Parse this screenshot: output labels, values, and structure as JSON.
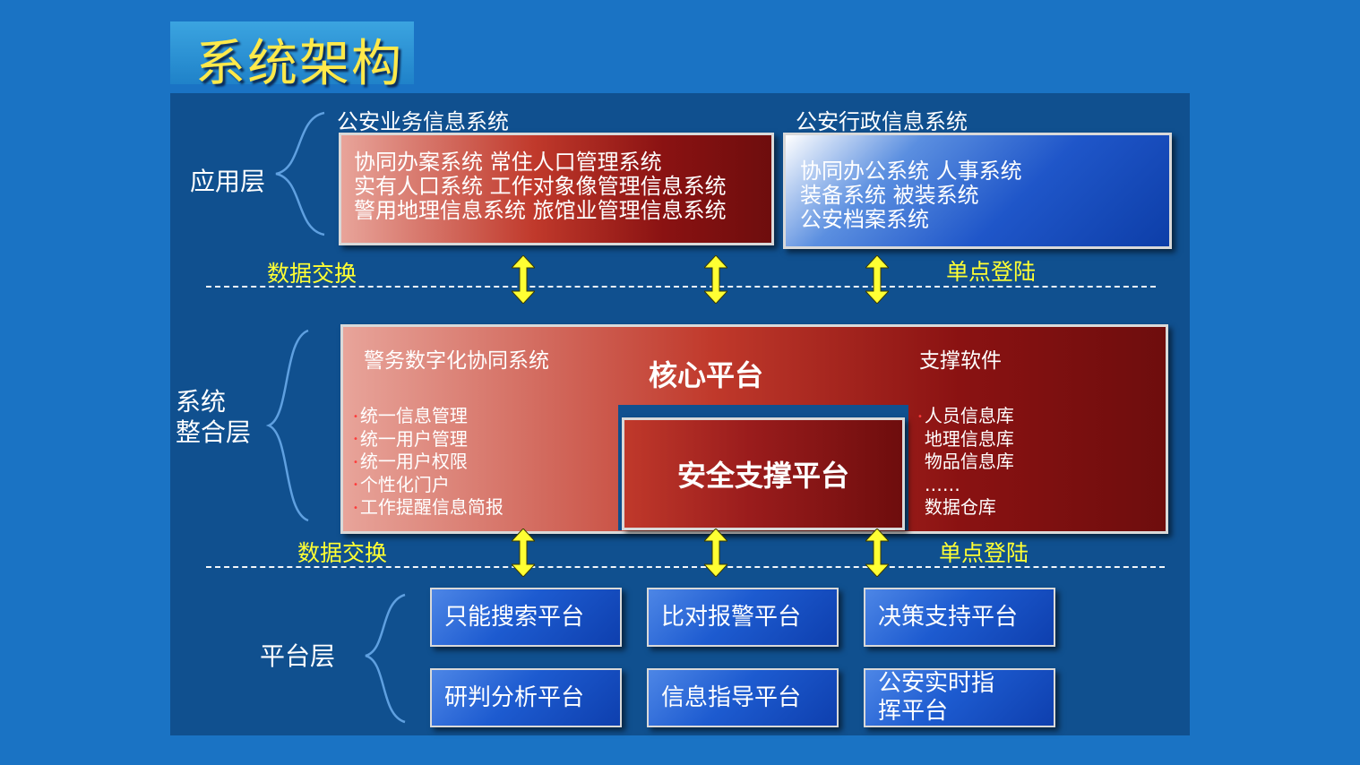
{
  "title": "系统架构",
  "layers": {
    "application": "应用层",
    "integration_line1": "系统",
    "integration_line2": "整合层",
    "platform": "平台层"
  },
  "app": {
    "left_header": "公安业务信息系统",
    "left_lines": [
      "协同办案系统  常住人口管理系统",
      "实有人口系统  工作对象像管理信息系统",
      "警用地理信息系统  旅馆业管理信息系统"
    ],
    "right_header": "公安行政信息系统",
    "right_lines": [
      "协同办公系统    人事系统",
      "装备系统 被装系统",
      "公安档案系统"
    ]
  },
  "exchange": {
    "data_exchange": "数据交换",
    "single_sign_on": "单点登陆"
  },
  "core": {
    "left_title": "警务数字化协同系统",
    "center_title": "核心平台",
    "right_title": "支撑软件",
    "left_items": [
      "统一信息管理",
      "统一用户管理",
      "统一用户权限",
      "个性化门户",
      "工作提醒信息简报"
    ],
    "security": "安全支撑平台",
    "right_items": [
      "人员信息库",
      "地理信息库",
      "物品信息库",
      "……",
      "数据仓库"
    ]
  },
  "platforms": [
    "只能搜索平台",
    "比对报警平台",
    "决策支持平台",
    "研判分析平台",
    "信息指导平台",
    "公安实时指挥平台"
  ],
  "colors": {
    "background": "#1a73c4",
    "panel": "#10508f",
    "title_text": "#ffe94a",
    "exchange_text": "#ffff33",
    "arrow": "#ffff33",
    "bullet": "#ff3b3b"
  }
}
